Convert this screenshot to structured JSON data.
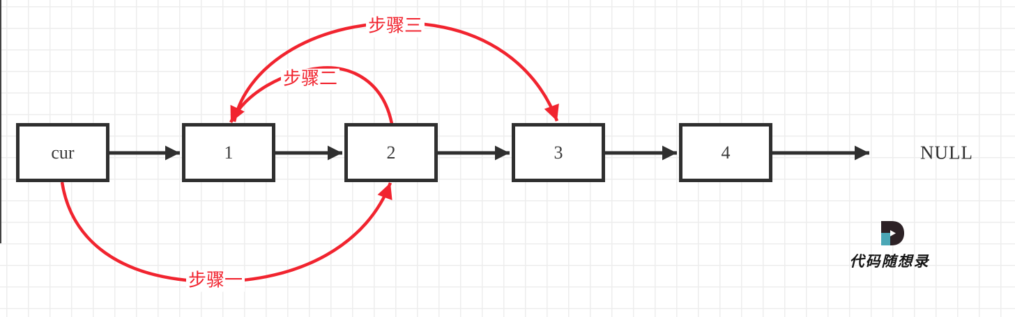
{
  "diagram": {
    "title_hint": "linked-list swap-pairs steps",
    "nodes": [
      {
        "id": "cur",
        "label": "cur"
      },
      {
        "id": "n1",
        "label": "1"
      },
      {
        "id": "n2",
        "label": "2"
      },
      {
        "id": "n3",
        "label": "3"
      },
      {
        "id": "n4",
        "label": "4"
      }
    ],
    "null_label": "NULL",
    "links": [
      {
        "from": "cur",
        "to": "1"
      },
      {
        "from": "1",
        "to": "2"
      },
      {
        "from": "2",
        "to": "3"
      },
      {
        "from": "3",
        "to": "4"
      },
      {
        "from": "4",
        "to": "NULL"
      }
    ],
    "step_arrows": [
      {
        "label": "步骤一",
        "from": "cur",
        "to": "2",
        "via": "bottom"
      },
      {
        "label": "步骤二",
        "from": "2",
        "to": "1",
        "via": "top"
      },
      {
        "label": "步骤三",
        "from": "1",
        "to": "3",
        "via": "top"
      }
    ]
  },
  "watermark": {
    "brand": "代码随想录",
    "logo_icon": "logo-d-icon"
  },
  "colors": {
    "accent_red": "#f1242f",
    "ink": "#2f2f2f",
    "grid": "#ededed",
    "teal": "#4ba7b6",
    "logo_dark": "#2d2226"
  }
}
